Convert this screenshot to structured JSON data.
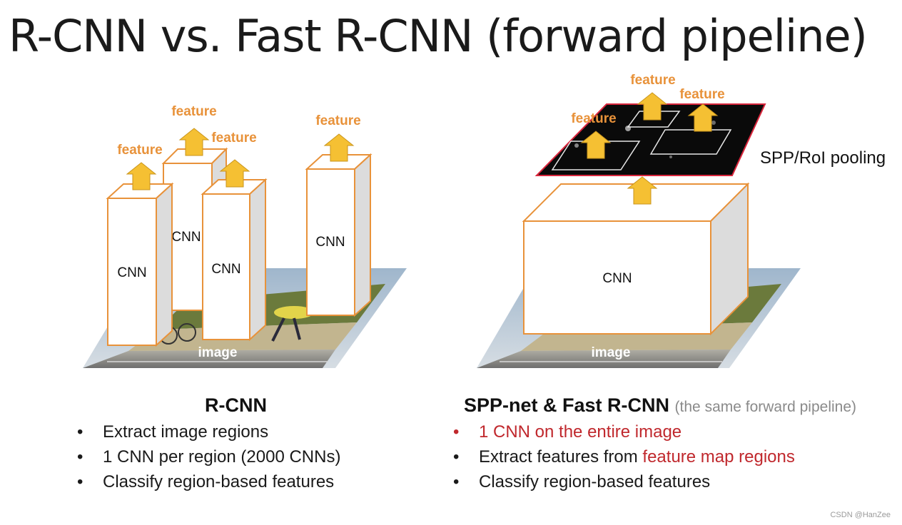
{
  "title": "R-CNN vs. Fast R-CNN (forward pipeline)",
  "left": {
    "heading": "R-CNN",
    "box_label": "CNN",
    "feature_label": "feature",
    "image_label": "image",
    "bullets": [
      {
        "text": "Extract image regions"
      },
      {
        "text": "1 CNN per region (2000 CNNs)"
      },
      {
        "text": "Classify region-based features"
      }
    ]
  },
  "right": {
    "heading": "SPP-net & Fast R-CNN",
    "heading_note": "(the same forward pipeline)",
    "box_label": "CNN",
    "feature_label": "feature",
    "image_label": "image",
    "pool_label": "SPP/RoI pooling",
    "bullet1": "1 CNN on the entire image",
    "bullet2_prefix": "Extract features from ",
    "bullet2_highlight": "feature map regions",
    "bullet3": "Classify region-based features"
  },
  "bullet_symbol": "•",
  "credit": "CSDN @HanZee",
  "colors": {
    "box_edge": "#e8923a",
    "arrow_fill": "#f5c033",
    "feature_text": "#e8923a",
    "highlight_red": "#c0282d",
    "feature_map": "#0a0a0a",
    "feature_map_edge": "#d8263c"
  }
}
